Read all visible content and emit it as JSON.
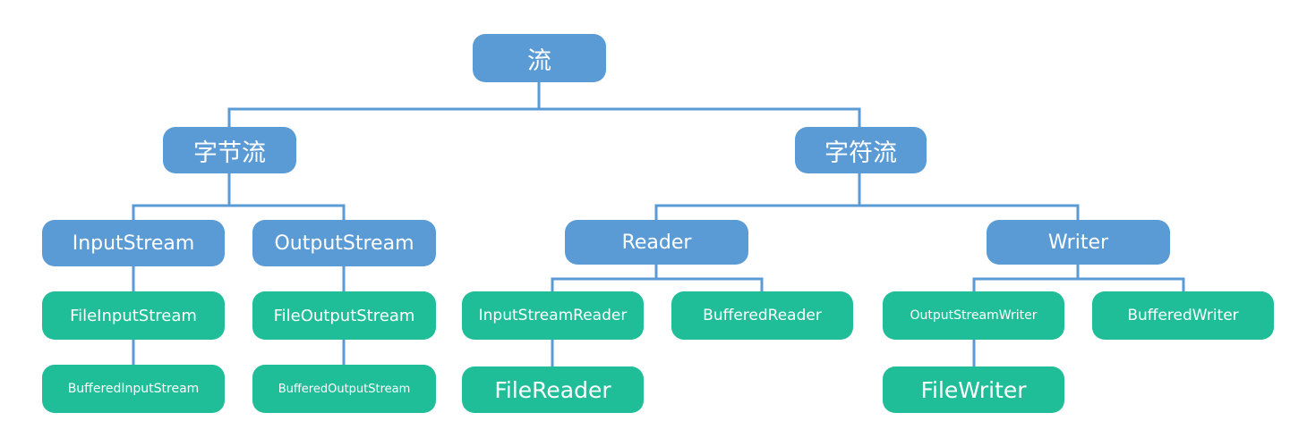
{
  "diagram": {
    "colors": {
      "category": "#5b9bd5",
      "class": "#1fbd98",
      "connector": "#5b9bd5",
      "text": "#ffffff"
    },
    "root": "流",
    "byte_stream": {
      "label": "字节流",
      "input": {
        "label": "InputStream",
        "children": [
          "FileInputStream",
          "BufferedInputStream"
        ]
      },
      "output": {
        "label": "OutputStream",
        "children": [
          "FileOutputStream",
          "BufferedOutputStream"
        ]
      }
    },
    "char_stream": {
      "label": "字符流",
      "reader": {
        "label": "Reader",
        "children": [
          "InputStreamReader",
          "BufferedReader"
        ],
        "grandchild": "FileReader"
      },
      "writer": {
        "label": "Writer",
        "children": [
          "OutputStreamWriter",
          "BufferedWriter"
        ],
        "grandchild": "FileWriter"
      }
    }
  }
}
